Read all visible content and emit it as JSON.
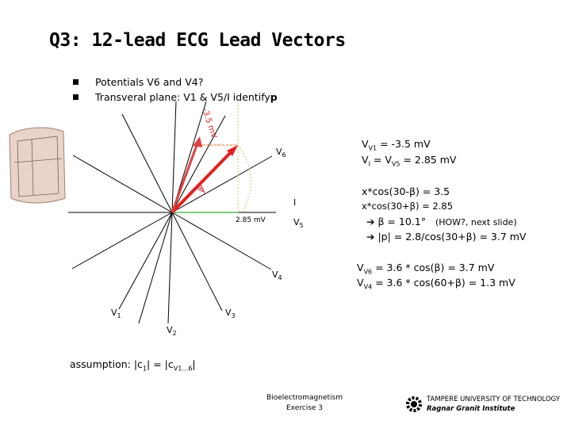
{
  "title": "Q3: 12-lead ECG Lead Vectors",
  "bullets": [
    "Potentials V6 and V4?",
    "Transveral plane: V1 & V5/I identify "
  ],
  "bullet_p": "p",
  "diagram": {
    "lead_labels": {
      "v6": "V6",
      "i": "I",
      "v5": "V5",
      "v4": "V4",
      "v1": "V1",
      "v2": "V2",
      "v3": "V3",
      "v1_value": "-3.5 mV",
      "v5_value": "2.85 mV",
      "beta": "β"
    },
    "colors": {
      "p_vector": "#e02020",
      "projection": "#e05050",
      "dotted": "#d0d080",
      "green": "#30b030"
    }
  },
  "equations": {
    "line1": "VV1 = -3.5 mV",
    "line2": "VI = VV5 = 2.85 mV",
    "line3": "x*cos(30-β) = 3.5",
    "line4": "x*cos(30+β) = 2.85",
    "line5": "β = 10.1°",
    "line5_note": "(HOW?, next slide)",
    "line6": "|p| = 2.8/cos(30+β) = 3.7 mV",
    "line7": "VV6 = 3.6 * cos(β) = 3.7 mV",
    "line8": "VV4 = 3.6 * cos(60+β) = 1.3 mV"
  },
  "assumption": "assumption: |c1| = |cV1…6|",
  "footer": {
    "course": "Bioelectromagnetism",
    "exercise": "Exercise 3",
    "university": "TAMPERE UNIVERSITY OF TECHNOLOGY",
    "institute": "Ragnar Granit Institute"
  }
}
